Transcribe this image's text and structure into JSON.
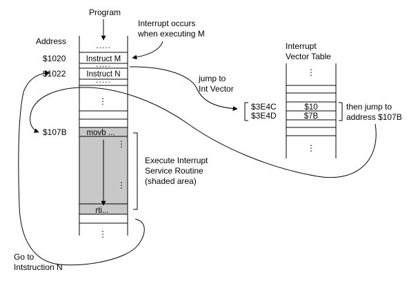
{
  "program_label": "Program",
  "address_label": "Address",
  "interrupt_note": [
    "Interrupt occurs",
    "when executing M"
  ],
  "addresses": [
    "$1020",
    "$1022",
    "$107B"
  ],
  "program_cells": {
    "instruct_m": "Instruct M",
    "instruct_n": "Instruct N",
    "movb": "movb ...",
    "rti": "rti..."
  },
  "dots_text": ".....",
  "vdots": "⋮",
  "jump_note": [
    "jump to",
    "Int Vector"
  ],
  "vector_table_title": [
    "Interrupt",
    "Vector Table"
  ],
  "vector_addresses": [
    "$3E4C",
    "$3E4D"
  ],
  "vector_values": [
    "$10",
    "$7B"
  ],
  "then_jump_note": [
    "then jump to",
    "address $107B"
  ],
  "isr_note": [
    "Execute Interrupt",
    "Service Routine",
    "(shaded area)"
  ],
  "goto_note": [
    "Go to",
    "Intstruction N"
  ],
  "shade_color": "#c8c8c8"
}
